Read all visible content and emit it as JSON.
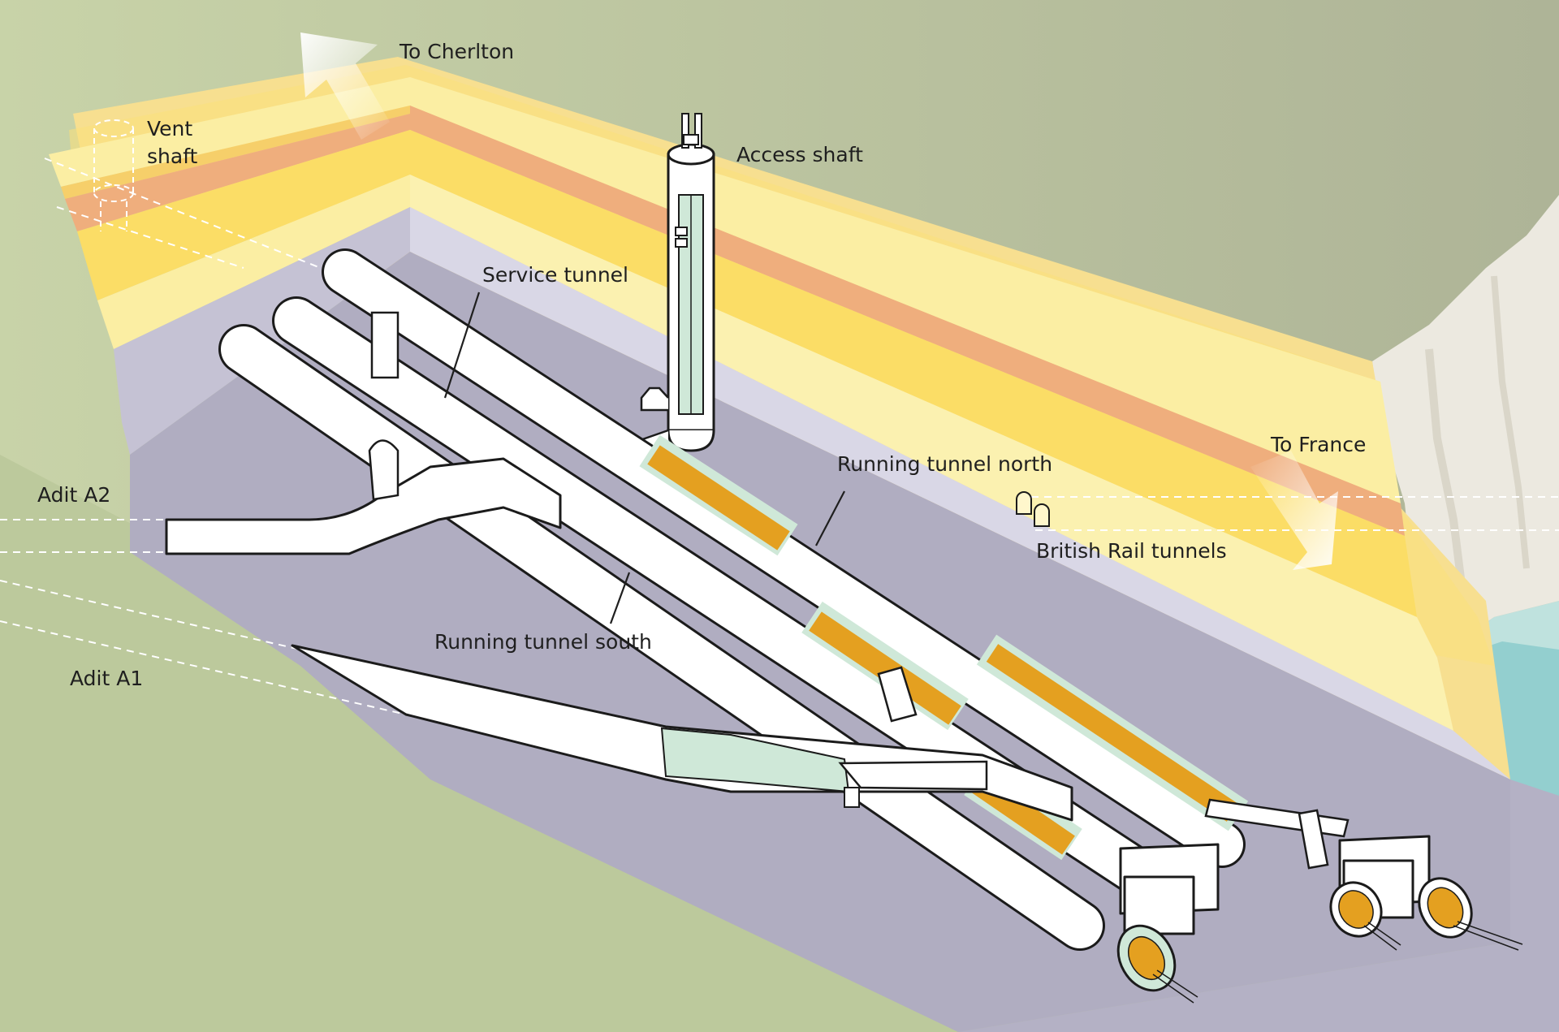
{
  "labels": {
    "to_cherlton": "To Cherlton",
    "vent_shaft_line1": "Vent",
    "vent_shaft_line2": "shaft",
    "access_shaft": "Access shaft",
    "service_tunnel": "Service tunnel",
    "running_tunnel_north": "Running tunnel north",
    "running_tunnel_south": "Running tunnel south",
    "to_france": "To France",
    "british_rail_tunnels": "British Rail tunnels",
    "adit_a2": "Adit A2",
    "adit_a1": "Adit A1"
  },
  "colors": {
    "ground_green": "#c2cd9f",
    "chalk_yellow": "#fbe07a",
    "marl_orange": "#efae7d",
    "pale_yellow": "#fbf1b0",
    "bedrock_grey": "#b0adc1",
    "lining_orange": "#e4a020",
    "lining_mint": "#cfe8d8",
    "sea_teal": "#93cfcf",
    "cliff_white": "#ece9e0"
  }
}
